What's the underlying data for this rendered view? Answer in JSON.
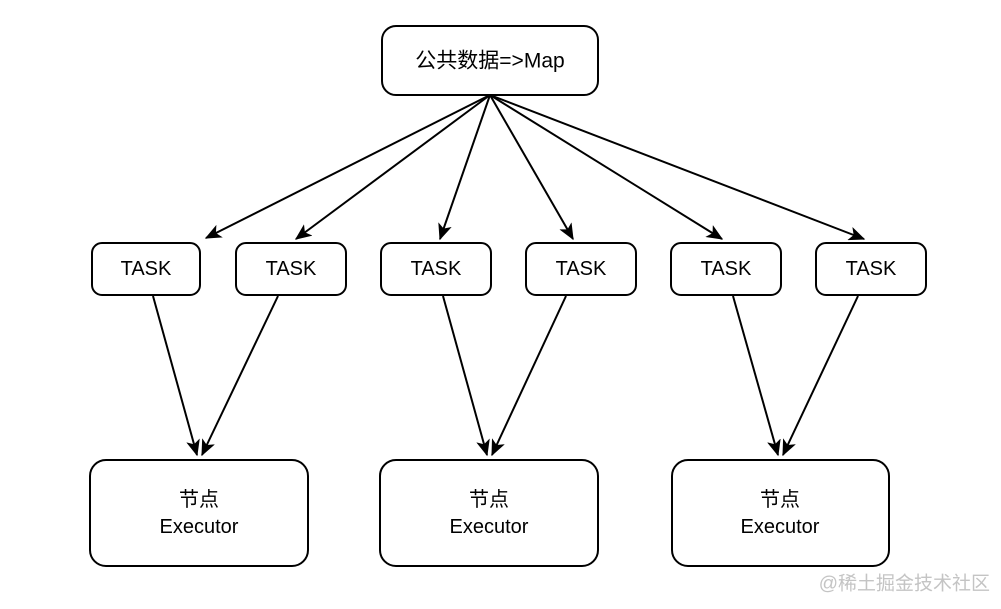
{
  "diagram": {
    "root": {
      "id": "root",
      "label": "公共数据=>Map"
    },
    "tasks": [
      {
        "id": "task-1",
        "label": "TASK"
      },
      {
        "id": "task-2",
        "label": "TASK"
      },
      {
        "id": "task-3",
        "label": "TASK"
      },
      {
        "id": "task-4",
        "label": "TASK"
      },
      {
        "id": "task-5",
        "label": "TASK"
      },
      {
        "id": "task-6",
        "label": "TASK"
      }
    ],
    "executors": [
      {
        "id": "executor-1",
        "line1": "节点",
        "line2": "Executor"
      },
      {
        "id": "executor-2",
        "line1": "节点",
        "line2": "Executor"
      },
      {
        "id": "executor-3",
        "line1": "节点",
        "line2": "Executor"
      }
    ],
    "edges": [
      {
        "from": "root",
        "to": "task-1"
      },
      {
        "from": "root",
        "to": "task-2"
      },
      {
        "from": "root",
        "to": "task-3"
      },
      {
        "from": "root",
        "to": "task-4"
      },
      {
        "from": "root",
        "to": "task-5"
      },
      {
        "from": "root",
        "to": "task-6"
      },
      {
        "from": "task-1",
        "to": "executor-1"
      },
      {
        "from": "task-2",
        "to": "executor-1"
      },
      {
        "from": "task-3",
        "to": "executor-2"
      },
      {
        "from": "task-4",
        "to": "executor-2"
      },
      {
        "from": "task-5",
        "to": "executor-3"
      },
      {
        "from": "task-6",
        "to": "executor-3"
      }
    ],
    "colors": {
      "stroke": "#000000",
      "fill": "#ffffff"
    }
  },
  "watermark": {
    "text": "@稀土掘金技术社区",
    "color": "#c4c4c4"
  }
}
